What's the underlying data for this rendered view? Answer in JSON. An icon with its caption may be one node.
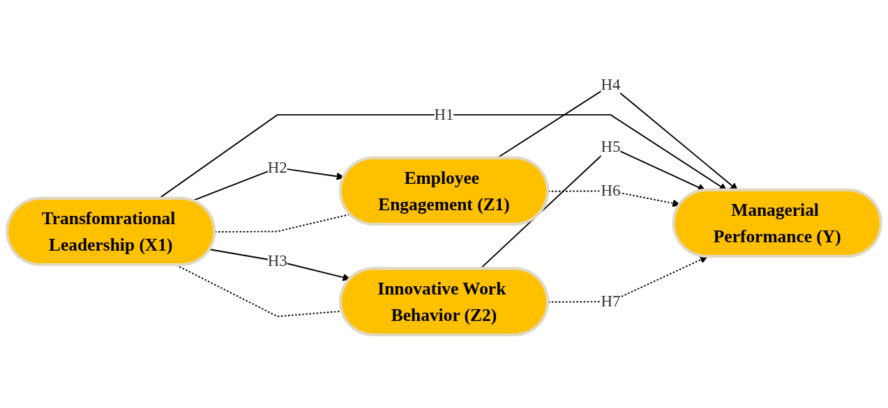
{
  "diagram": {
    "nodes": [
      {
        "text": [
          "Employee Engagement (Z1)"
        ]
      },
      {
        "text": [
          "Transfomrational Leadership (X1)"
        ]
      },
      {
        "text": [
          "Managerial Performance (Y)"
        ]
      },
      {
        "text": [
          "Innovative Work Behavior (Z2)"
        ]
      }
    ],
    "edges": [
      {
        "from": 1,
        "to": 0,
        "arrow": "to",
        "label": "H2"
      },
      {
        "from": 0,
        "to": 2,
        "arrow": "to",
        "label": "H4"
      },
      {
        "from": 1,
        "to": 2,
        "arrow": "to",
        "label": "H1"
      },
      {
        "from": 1,
        "to": 3,
        "arrow": "to",
        "label": "H3"
      },
      {
        "from": 3,
        "to": 2,
        "arrow": "to",
        "label": "H5"
      },
      {
        "from": 1,
        "to": 0,
        "arrow": "none",
        "style": "dashed"
      },
      {
        "from": 0,
        "to": 2,
        "arrow": "to",
        "style": "dashed",
        "label": "H6"
      },
      {
        "from": 1,
        "to": 3,
        "arrow": "none",
        "style": "dashed"
      },
      {
        "from": 3,
        "to": 2,
        "arrow": "to",
        "style": "dashed",
        "label": "H7"
      }
    ]
  }
}
